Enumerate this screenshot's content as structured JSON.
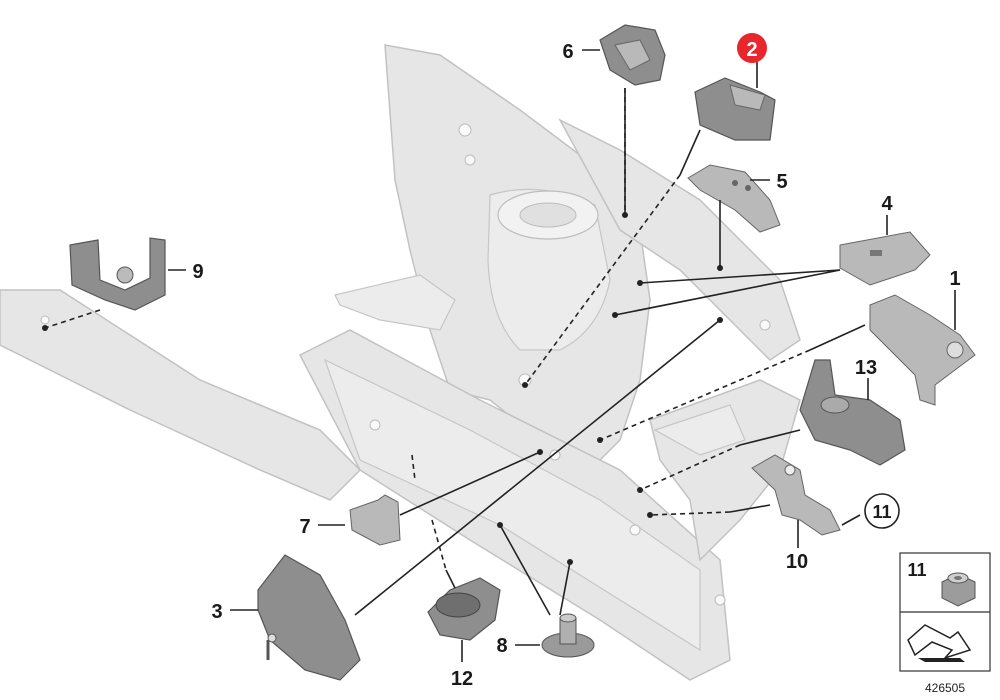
{
  "callouts": [
    {
      "id": "c1",
      "label": "1"
    },
    {
      "id": "c2",
      "label": "2",
      "highlight": true,
      "highlight_color": "#e8262b"
    },
    {
      "id": "c3",
      "label": "3"
    },
    {
      "id": "c4",
      "label": "4"
    },
    {
      "id": "c5",
      "label": "5"
    },
    {
      "id": "c6",
      "label": "6"
    },
    {
      "id": "c7",
      "label": "7"
    },
    {
      "id": "c8",
      "label": "8"
    },
    {
      "id": "c9",
      "label": "9"
    },
    {
      "id": "c10",
      "label": "10"
    },
    {
      "id": "c11",
      "label": "11",
      "circled": true
    },
    {
      "id": "c12",
      "label": "12"
    },
    {
      "id": "c13",
      "label": "13"
    }
  ],
  "legend": {
    "label": "11",
    "icon": "hex-nut-icon",
    "arrow_icon": "orientation-arrow-icon"
  },
  "reference": "426505",
  "colors": {
    "frame": "#e6e6e6",
    "part": "#8e8e8e",
    "highlight": "#e8262b"
  }
}
